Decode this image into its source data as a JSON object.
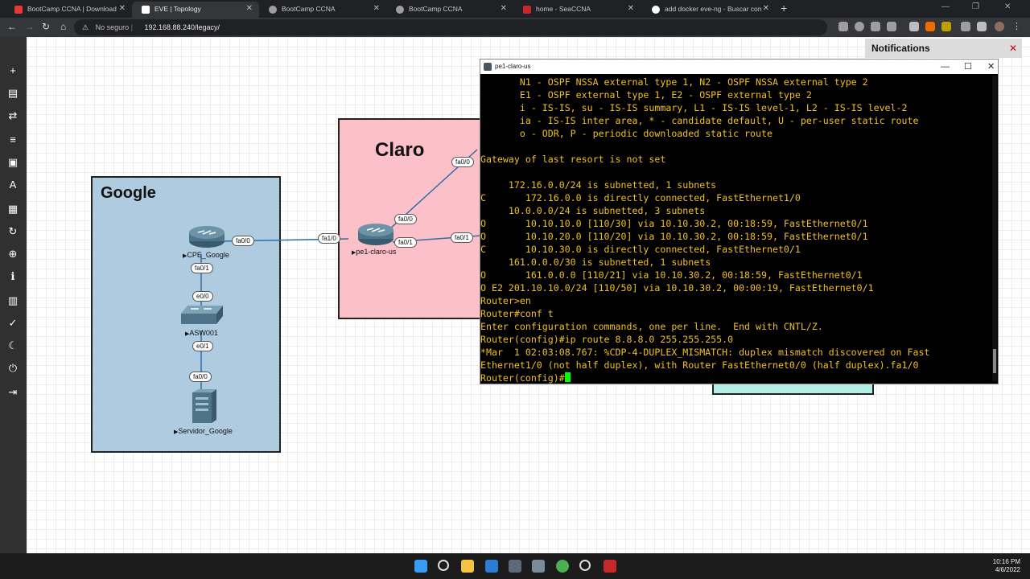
{
  "browser": {
    "tabs": [
      {
        "label": "BootCamp CCNA | Download",
        "color": "#e53935"
      },
      {
        "label": "EVE | Topology",
        "color": "#ffffff"
      },
      {
        "label": "BootCamp CCNA",
        "color": "#9e9e9e"
      },
      {
        "label": "BootCamp CCNA",
        "color": "#9e9e9e"
      },
      {
        "label": "home - SeaCCNA",
        "color": "#c62828"
      },
      {
        "label": "add docker eve-ng - Buscar con",
        "color": "#ffffff"
      }
    ],
    "insecure_label": "No seguro",
    "url": "192.168.88.240/legacy/"
  },
  "topology": {
    "google": {
      "title": "Google"
    },
    "claro": {
      "title": "Claro"
    },
    "nodes": {
      "cpe_google": "CPE_Google",
      "asw001": "ASW001",
      "servidor_google": "Servidor_Google",
      "pe1_claro_us": "pe1-claro-us"
    },
    "interfaces": {
      "cpe_fa00": "fa0/0",
      "cpe_fa01": "fa0/1",
      "asw_e00": "e0/0",
      "asw_e01": "e0/1",
      "srv_fa00": "fa0/0",
      "pe_fa10": "fa1/0",
      "pe_fa00": "fa0/0",
      "pe_fa01": "fa0/1",
      "top_fa00": "fa0/0",
      "right_fa01": "fa0/1"
    }
  },
  "notifications": {
    "title": "Notifications"
  },
  "terminal": {
    "title": "pe1-claro-us",
    "lines": [
      "       N1 - OSPF NSSA external type 1, N2 - OSPF NSSA external type 2",
      "       E1 - OSPF external type 1, E2 - OSPF external type 2",
      "       i - IS-IS, su - IS-IS summary, L1 - IS-IS level-1, L2 - IS-IS level-2",
      "       ia - IS-IS inter area, * - candidate default, U - per-user static route",
      "       o - ODR, P - periodic downloaded static route",
      "",
      "Gateway of last resort is not set",
      "",
      "     172.16.0.0/24 is subnetted, 1 subnets",
      "C       172.16.0.0 is directly connected, FastEthernet1/0",
      "     10.0.0.0/24 is subnetted, 3 subnets",
      "O       10.10.10.0 [110/30] via 10.10.30.2, 00:18:59, FastEthernet0/1",
      "O       10.10.20.0 [110/20] via 10.10.30.2, 00:18:59, FastEthernet0/1",
      "C       10.10.30.0 is directly connected, FastEthernet0/1",
      "     161.0.0.0/30 is subnetted, 1 subnets",
      "O       161.0.0.0 [110/21] via 10.10.30.2, 00:18:59, FastEthernet0/1",
      "O E2 201.10.10.0/24 [110/50] via 10.10.30.2, 00:00:19, FastEthernet0/1",
      "Router>en",
      "Router#conf t",
      "Enter configuration commands, one per line.  End with CNTL/Z.",
      "Router(config)#ip route 8.8.8.0 255.255.255.0",
      "*Mar  1 02:03:08.767: %CDP-4-DUPLEX_MISMATCH: duplex mismatch discovered on Fast",
      "Ethernet1/0 (not half duplex), with Router FastEthernet0/0 (half duplex).fa1/0"
    ],
    "prompt": "Router(config)#"
  },
  "taskbar": {
    "time": "10:16 PM",
    "date": "4/6/2022"
  },
  "colors": {
    "google_box": "#aecbe0",
    "claro_box": "#fcc0c8",
    "teal_box": "#b2efe6",
    "terminal_text": "#f0c020"
  }
}
